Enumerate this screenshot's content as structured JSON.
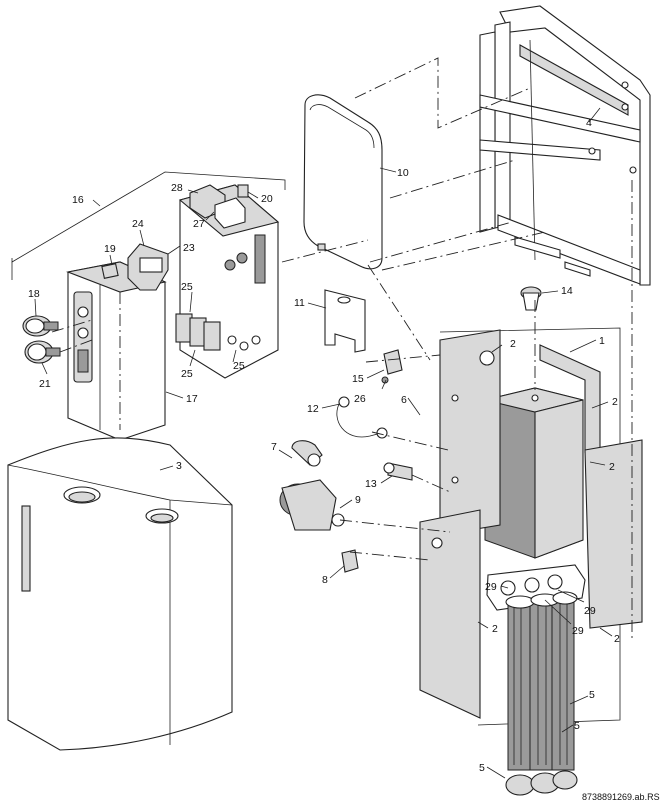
{
  "callouts": {
    "c1": "1",
    "c2a": "2",
    "c2b": "2",
    "c2c": "2",
    "c2d": "2",
    "c2e": "2",
    "c3": "3",
    "c4": "4",
    "c5a": "5",
    "c5b": "5",
    "c5c": "5",
    "c6": "6",
    "c7": "7",
    "c8": "8",
    "c9": "9",
    "c10": "10",
    "c11": "11",
    "c12": "12",
    "c13": "13",
    "c14": "14",
    "c15": "15",
    "c16": "16",
    "c17": "17",
    "c18": "18",
    "c19": "19",
    "c20": "20",
    "c21": "21",
    "c23": "23",
    "c24": "24",
    "c25a": "25",
    "c25b": "25",
    "c25c": "25",
    "c26": "26",
    "c27": "27",
    "c28": "28",
    "c29a": "29",
    "c29b": "29",
    "c29c": "29"
  },
  "reference": "8738891269.ab.RS"
}
